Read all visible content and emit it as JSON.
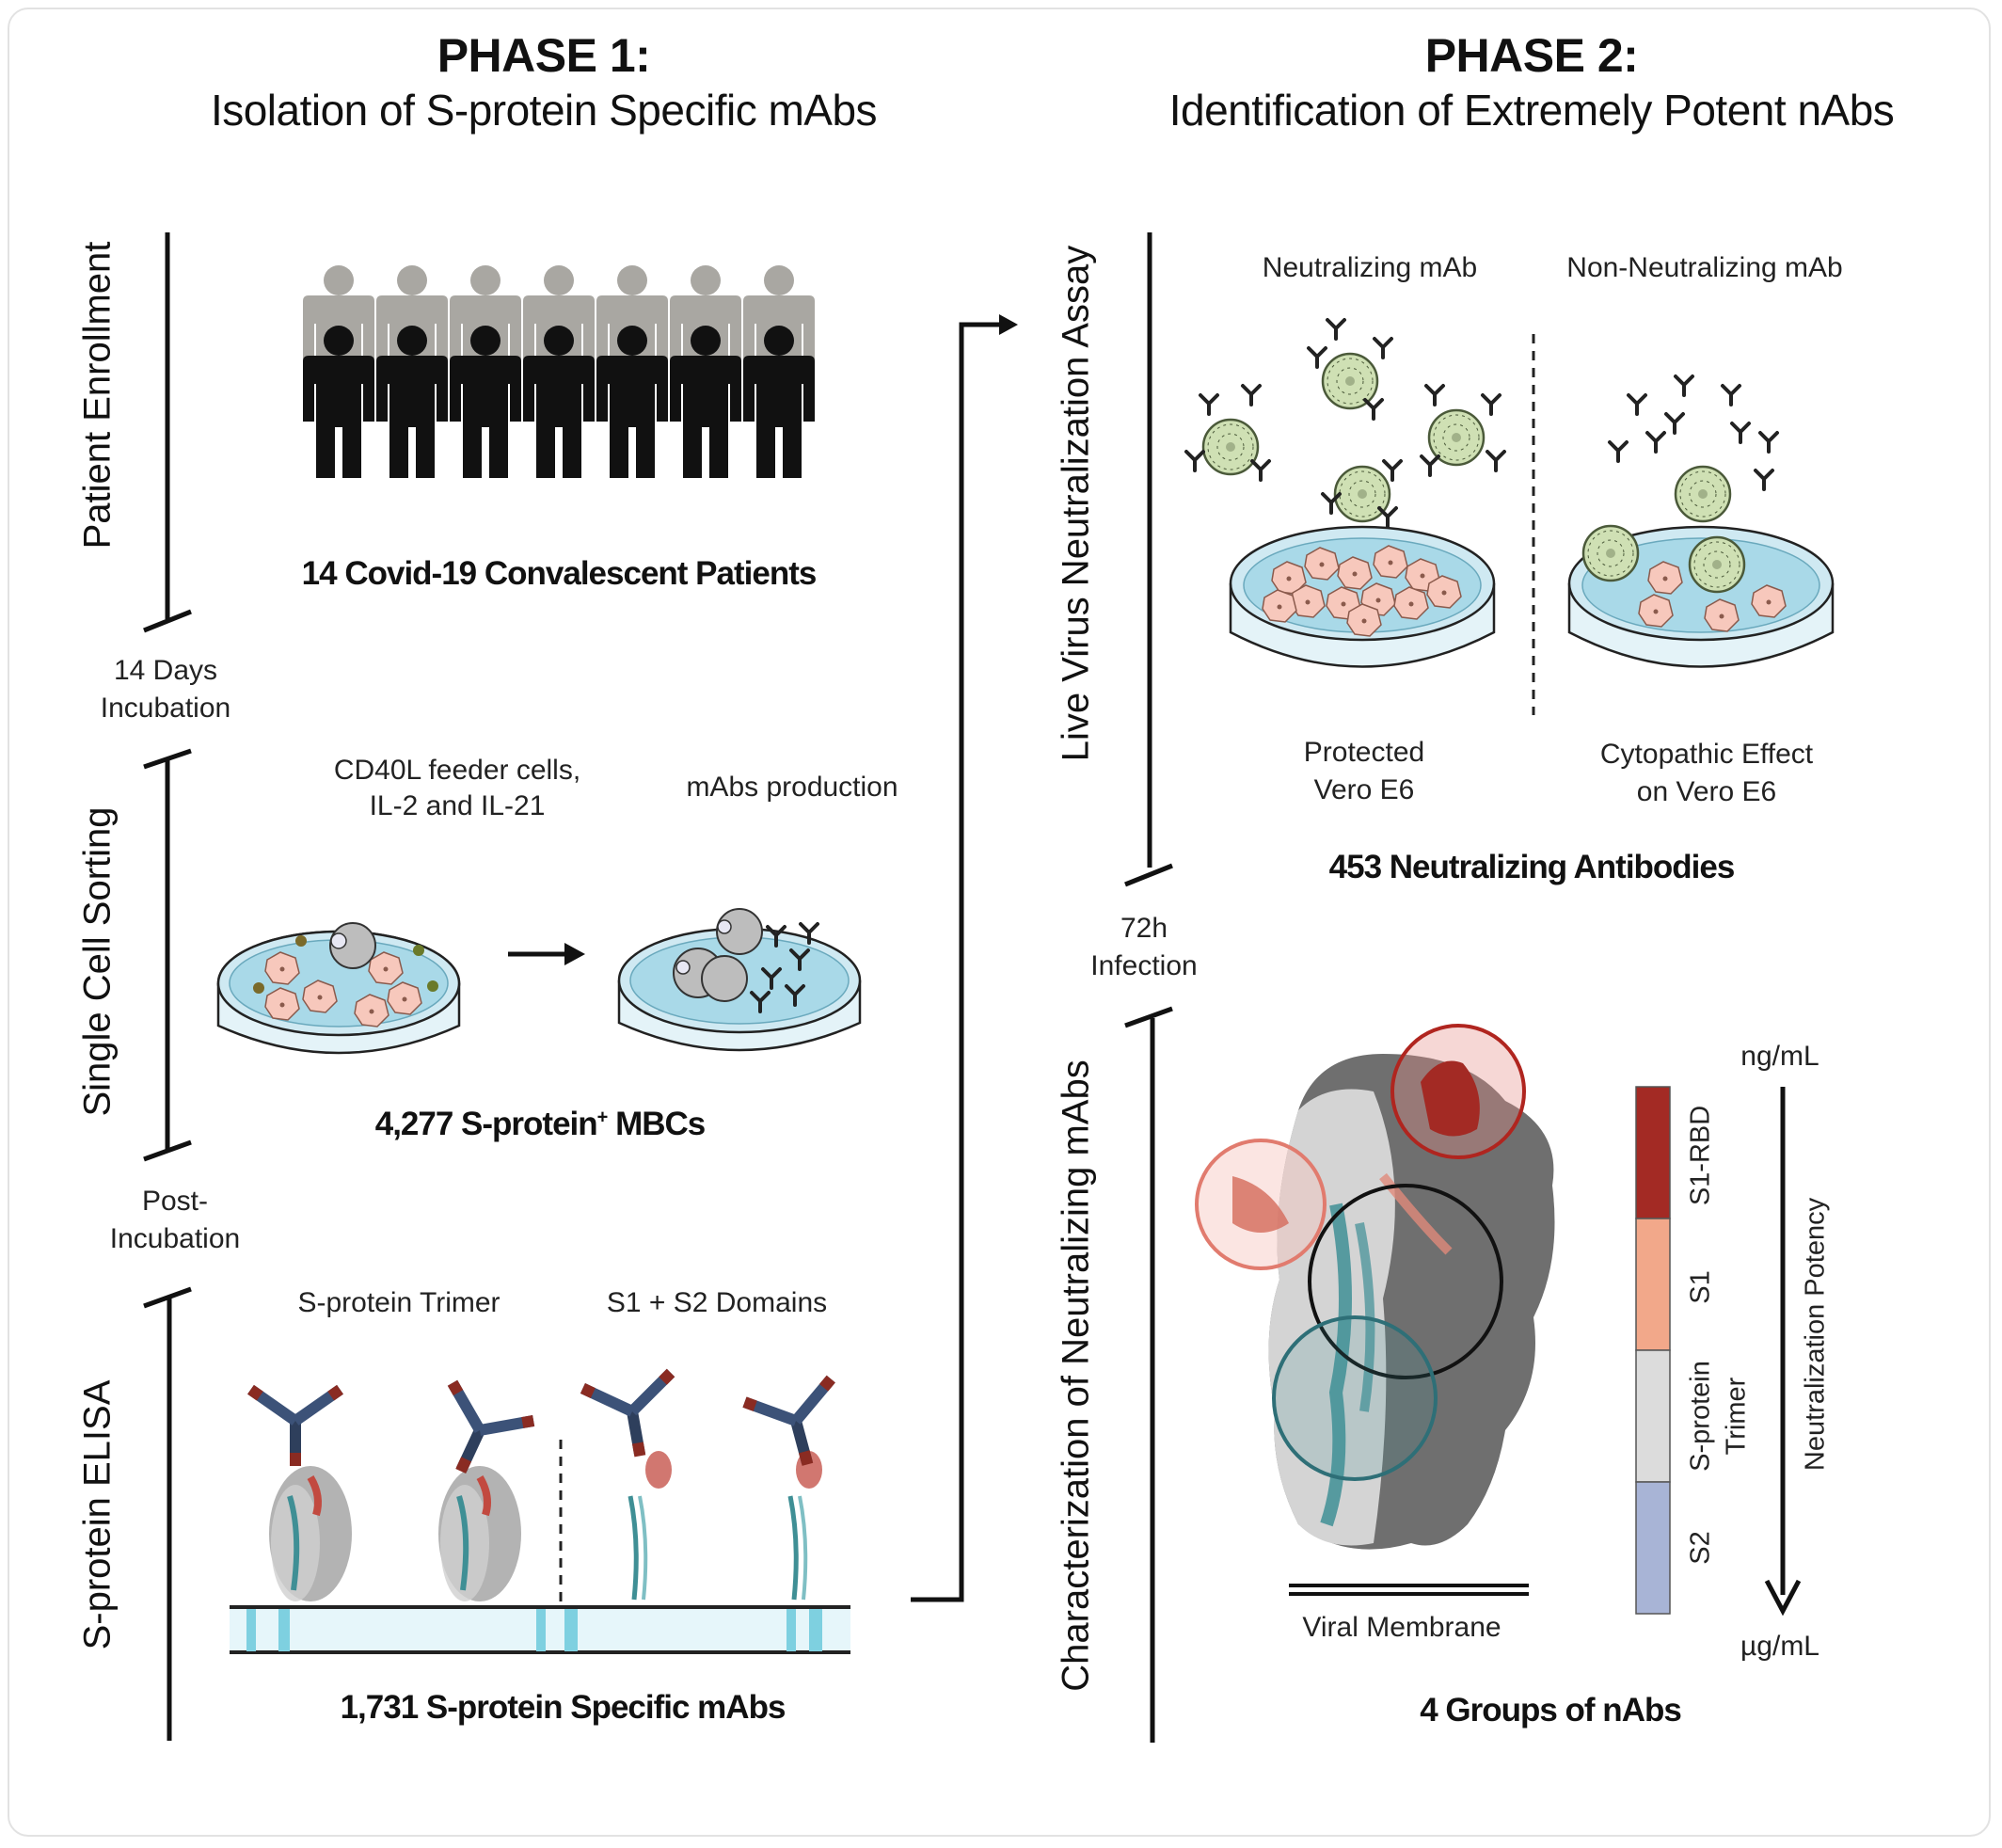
{
  "phase1": {
    "title": "PHASE 1:",
    "subtitle": "Isolation of S-protein Specific mAbs",
    "steps": {
      "enrollment": "Patient Enrollment",
      "sorting": "Single Cell Sorting",
      "elisa": "S-protein ELISA"
    },
    "intervals": {
      "incubation_line1": "14 Days",
      "incubation_line2": "Incubation",
      "post_line1": "Post-",
      "post_line2": "Incubation"
    },
    "patients_label": "14 Covid-19 Convalescent Patients",
    "feeder_line1": "CD40L feeder cells,",
    "feeder_line2": "IL-2 and IL-21",
    "mabs_production": "mAbs production",
    "mbc_label": "4,277 S-protein",
    "mbc_sup": "+",
    "mbc_suffix": " MBCs",
    "trimer_label": "S-protein Trimer",
    "domains_label": "S1 + S2 Domains",
    "elisa_result": "1,731 S-protein Specific mAbs"
  },
  "phase2": {
    "title": "PHASE 2:",
    "subtitle": "Identification of Extremely Potent nAbs",
    "steps": {
      "neutralization": "Live Virus Neutralization Assay",
      "characterization": "Characterization of Neutralizing mAbs"
    },
    "intervals": {
      "infection_line1": "72h",
      "infection_line2": "Infection"
    },
    "neutralizing_label": "Neutralizing mAb",
    "non_neutralizing_label": "Non-Neutralizing mAb",
    "protected_line1": "Protected",
    "protected_line2": "Vero E6",
    "cytopathic_line1": "Cytopathic Effect",
    "cytopathic_line2": "on Vero E6",
    "neutralization_result": "453 Neutralizing Antibodies",
    "membrane_label": "Viral Membrane",
    "legend": {
      "s1rbd": "S1-RBD",
      "s1": "S1",
      "trimer_line1": "S-protein",
      "trimer_line2": "Trimer",
      "s2": "S2"
    },
    "potency": {
      "top": "ng/mL",
      "axis": "Neutralization Potency",
      "bottom": "µg/mL"
    },
    "groups_result": "4 Groups of nAbs"
  },
  "colors": {
    "s1rbd": "#a32a24",
    "s1": "#f2a88a",
    "trimer": "#dcdcdc",
    "s2": "#a8b4d6",
    "virus": "#cfe0b4",
    "cell": "#f7c8bc",
    "dish": "#cfe9f2",
    "teal": "#3f8f95"
  }
}
